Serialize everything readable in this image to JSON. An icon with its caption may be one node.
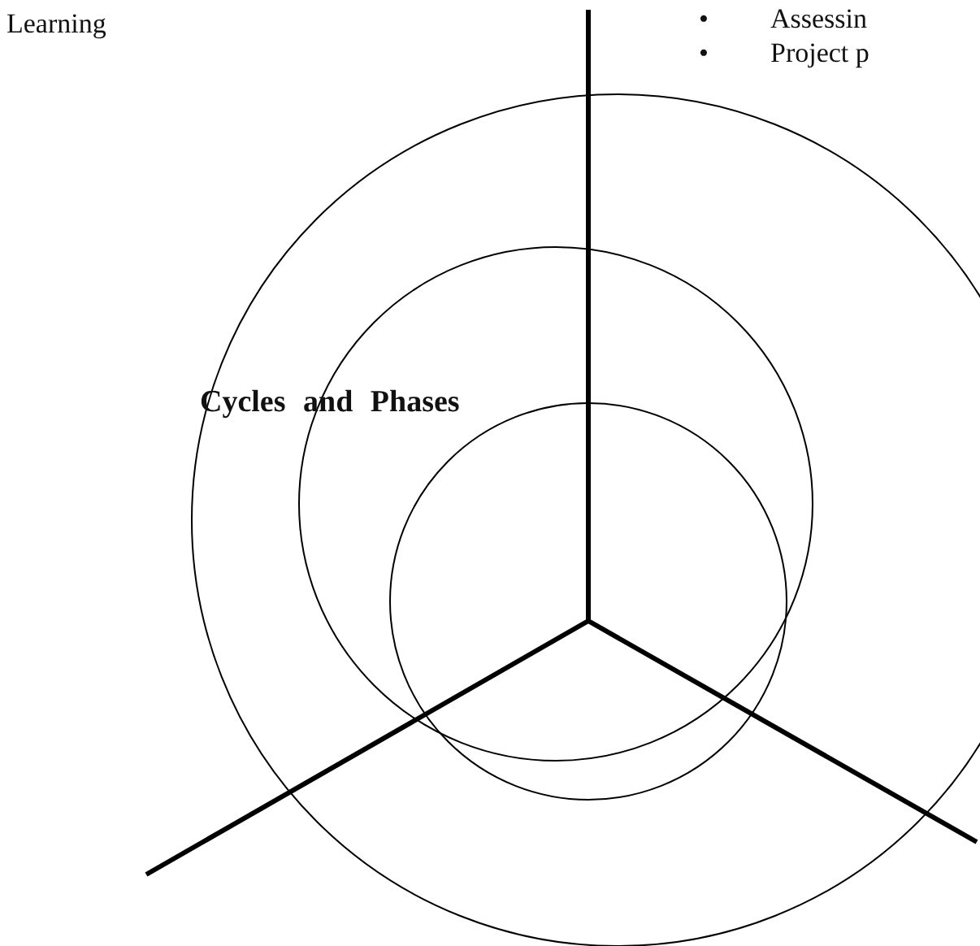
{
  "diagram": {
    "title": "Cycles and Phases",
    "labels": [
      "Learning",
      "•",
      "Assessin",
      "•",
      "Project p"
    ]
  }
}
